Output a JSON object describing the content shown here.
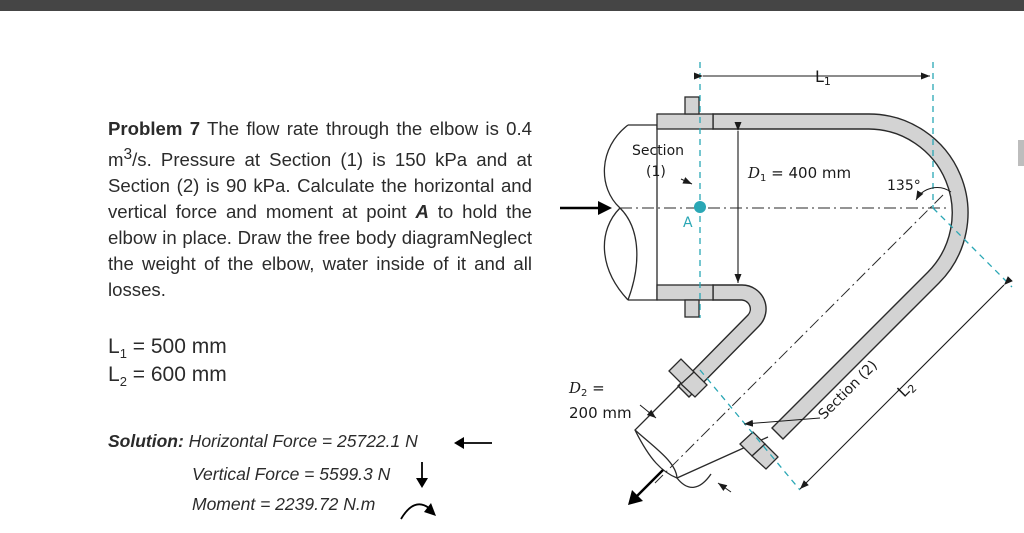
{
  "problem": {
    "label": "Problem 7",
    "text_1": " The flow rate through the elbow is 0.4 m",
    "sup_3": "3",
    "text_2": "/s. Pressure at Section (1) is 150 kPa and at Section (2) is 90 kPa. Calculate the horizontal and vertical force and moment at point ",
    "point": "A",
    "text_3": " to hold the elbow in place. Draw the free body diagramNeglect the weight of the elbow, water inside of it and all losses."
  },
  "given": {
    "l1": {
      "var": "L",
      "sub": "1",
      "value": " = 500 mm"
    },
    "l2": {
      "var": "L",
      "sub": "2",
      "value": " = 600 mm"
    }
  },
  "solution": {
    "label": "Solution:",
    "horizontal": " Horizontal Force = 25722.1 N",
    "vertical": "Vertical Force = 5599.3 N",
    "moment": "Moment = 2239.72 N.m"
  },
  "diagram": {
    "L1": "L",
    "L1_sub": "1",
    "L2": "L",
    "L2_sub": "2",
    "section1_line1": "Section",
    "section1_line2": "(1)",
    "D1": "D",
    "D1_sub": "1",
    "D1_value": " = 400 mm",
    "angle": "135°",
    "pointA": "A",
    "D2": "D",
    "D2_sub": "2",
    "D2_eq": " =",
    "D2_value": "200 mm",
    "section2": "Section (2)"
  },
  "colors": {
    "pipe_fill": "#d3d3d3",
    "pipe_stroke": "#2a2a2a",
    "teal": "#2aa7b5",
    "topbar": "#454545"
  }
}
